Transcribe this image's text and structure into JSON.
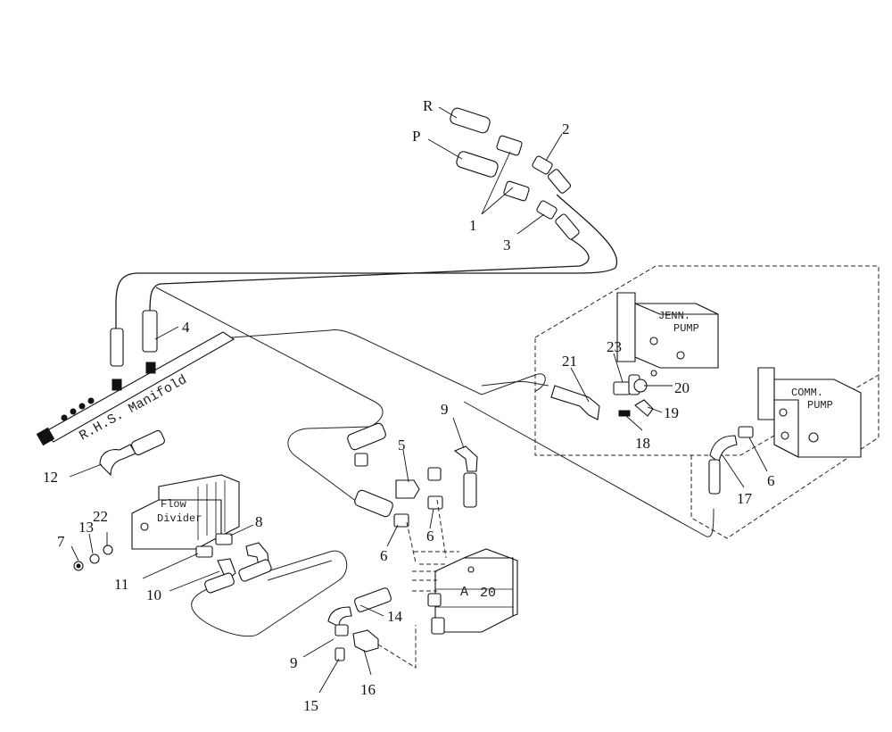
{
  "labels": {
    "manifold": "R.H.S. Manifold",
    "flow_divider_line1": "Flow",
    "flow_divider_line2": "Divider",
    "jenn_pump_line1": "JENN.",
    "jenn_pump_line2": "PUMP",
    "comm_pump_line1": "COMM.",
    "comm_pump_line2": "PUMP",
    "valve_a": "A",
    "valve_20": "20",
    "line_r": "R",
    "line_p": "P"
  },
  "callouts": {
    "c1": "1",
    "c2": "2",
    "c3": "3",
    "c4": "4",
    "c5": "5",
    "c6a": "6",
    "c6b": "6",
    "c6c": "6",
    "c7": "7",
    "c8": "8",
    "c9a": "9",
    "c9b": "9",
    "c10": "10",
    "c11": "11",
    "c12": "12",
    "c13": "13",
    "c14": "14",
    "c15": "15",
    "c16": "16",
    "c17": "17",
    "c18": "18",
    "c19": "19",
    "c20": "20",
    "c21": "21",
    "c22": "22",
    "c23": "23"
  }
}
